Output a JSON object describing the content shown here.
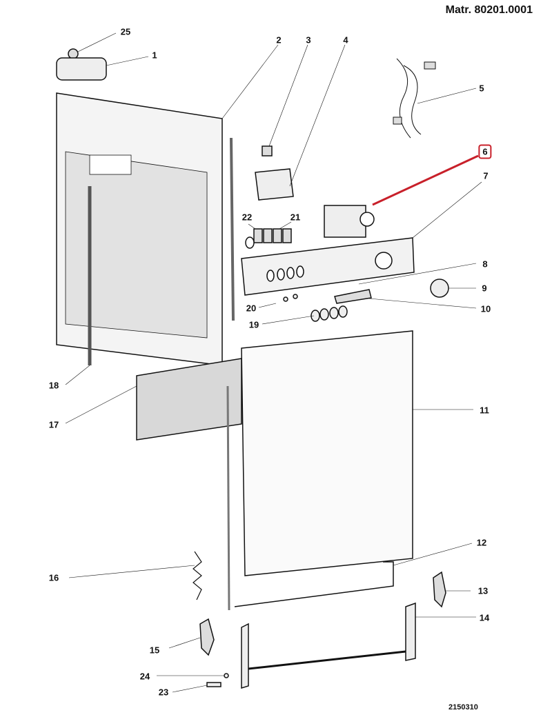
{
  "header": {
    "material_number": "Matr. 80201.0001"
  },
  "footer": {
    "drawing_code": "2150310"
  },
  "highlight": {
    "part": "6",
    "color": "#c8202a"
  },
  "labels": [
    {
      "id": "25",
      "text": "25"
    },
    {
      "id": "1",
      "text": "1"
    },
    {
      "id": "2",
      "text": "2"
    },
    {
      "id": "3",
      "text": "3"
    },
    {
      "id": "4",
      "text": "4"
    },
    {
      "id": "5",
      "text": "5"
    },
    {
      "id": "6",
      "text": "6"
    },
    {
      "id": "7",
      "text": "7"
    },
    {
      "id": "8",
      "text": "8"
    },
    {
      "id": "9",
      "text": "9"
    },
    {
      "id": "10",
      "text": "10"
    },
    {
      "id": "11",
      "text": "11"
    },
    {
      "id": "12",
      "text": "12"
    },
    {
      "id": "13",
      "text": "13"
    },
    {
      "id": "14",
      "text": "14"
    },
    {
      "id": "15",
      "text": "15"
    },
    {
      "id": "16",
      "text": "16"
    },
    {
      "id": "17",
      "text": "17"
    },
    {
      "id": "18",
      "text": "18"
    },
    {
      "id": "19",
      "text": "19"
    },
    {
      "id": "20",
      "text": "20"
    },
    {
      "id": "21",
      "text": "21"
    },
    {
      "id": "22",
      "text": "22"
    },
    {
      "id": "23",
      "text": "23"
    },
    {
      "id": "24",
      "text": "24"
    }
  ]
}
